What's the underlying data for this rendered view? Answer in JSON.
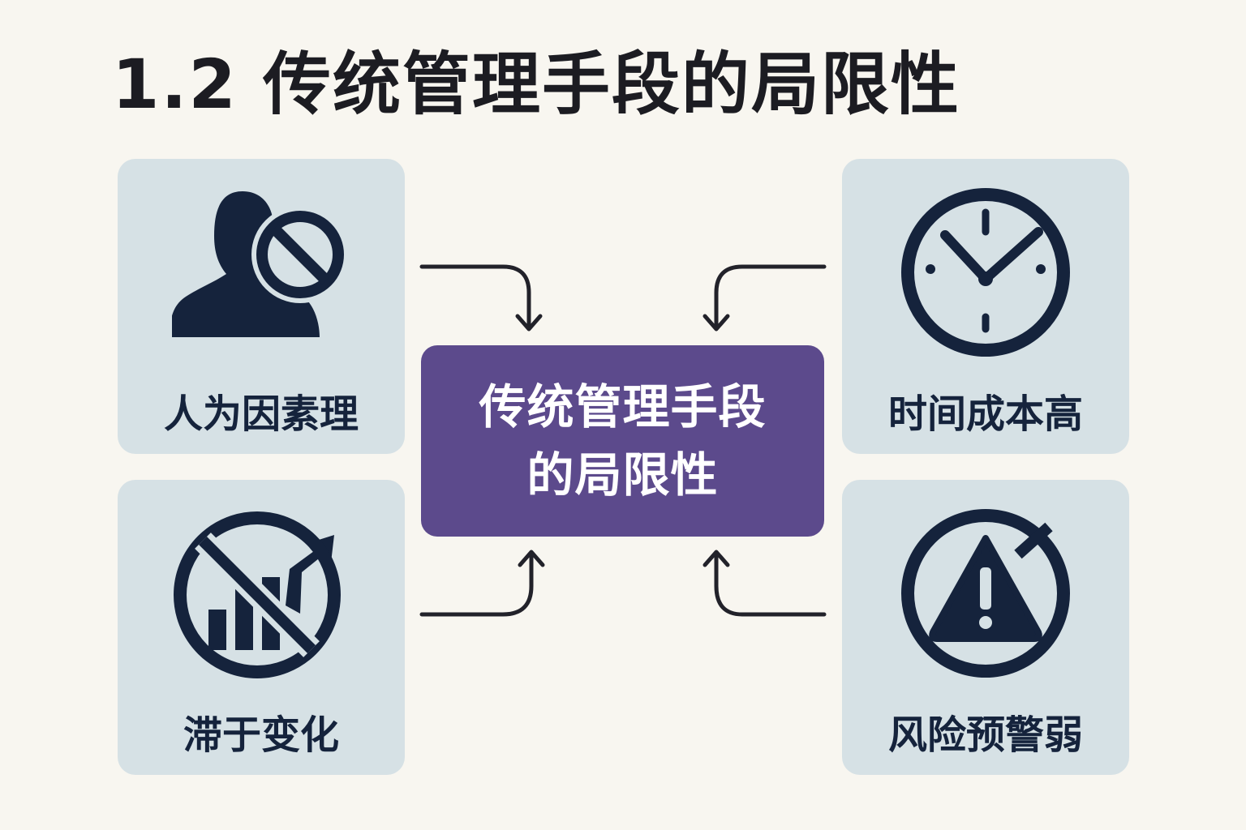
{
  "title": "1.2  传统管理手段的局限性",
  "center": {
    "line1": "传统管理手段",
    "line2": "的局限性"
  },
  "cards": {
    "top_left": {
      "label": "人为因素理",
      "icon": "person-prohibited-icon"
    },
    "bottom_left": {
      "label": "滞于变化",
      "icon": "no-growth-chart-icon"
    },
    "top_right": {
      "label": "时间成本高",
      "icon": "clock-icon"
    },
    "bottom_right": {
      "label": "风险预警弱",
      "icon": "warning-prohibited-icon"
    }
  },
  "colors": {
    "background": "#f8f6f0",
    "card": "#d6e1e5",
    "center_box": "#5c4a8c",
    "icon": "#15233c",
    "arrow": "#22222a"
  }
}
